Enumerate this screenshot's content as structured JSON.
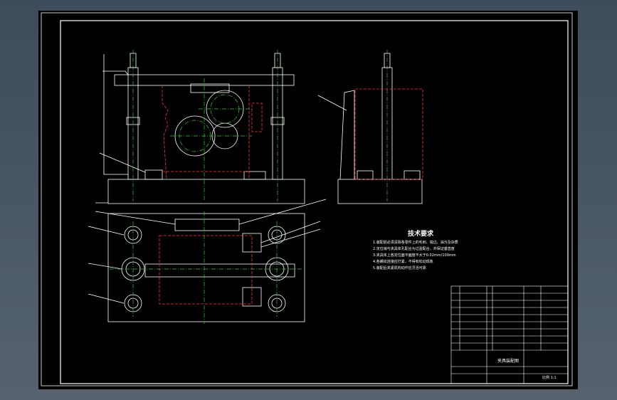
{
  "drawing": {
    "tech_title": "技术要求",
    "requirements": [
      "1.装配前必须清除各零件上的毛刺、锐边、油污及杂质",
      "2.定位销与夹具体孔配合为过盈配合，并保证垂直度",
      "3.夹具体上各定位面平面度不大于0.02mm/100mm",
      "4.各螺纹连接应拧紧，不得有松动现象",
      "5.装配后夹紧机构动作应灵活可靠"
    ],
    "title_block_name": "夹具装配图",
    "title_block_scale": "比例 1:1"
  },
  "colors": {
    "line": "#ffffff",
    "part": "#ff3333",
    "center": "#33cc33",
    "bg": "#000000"
  }
}
